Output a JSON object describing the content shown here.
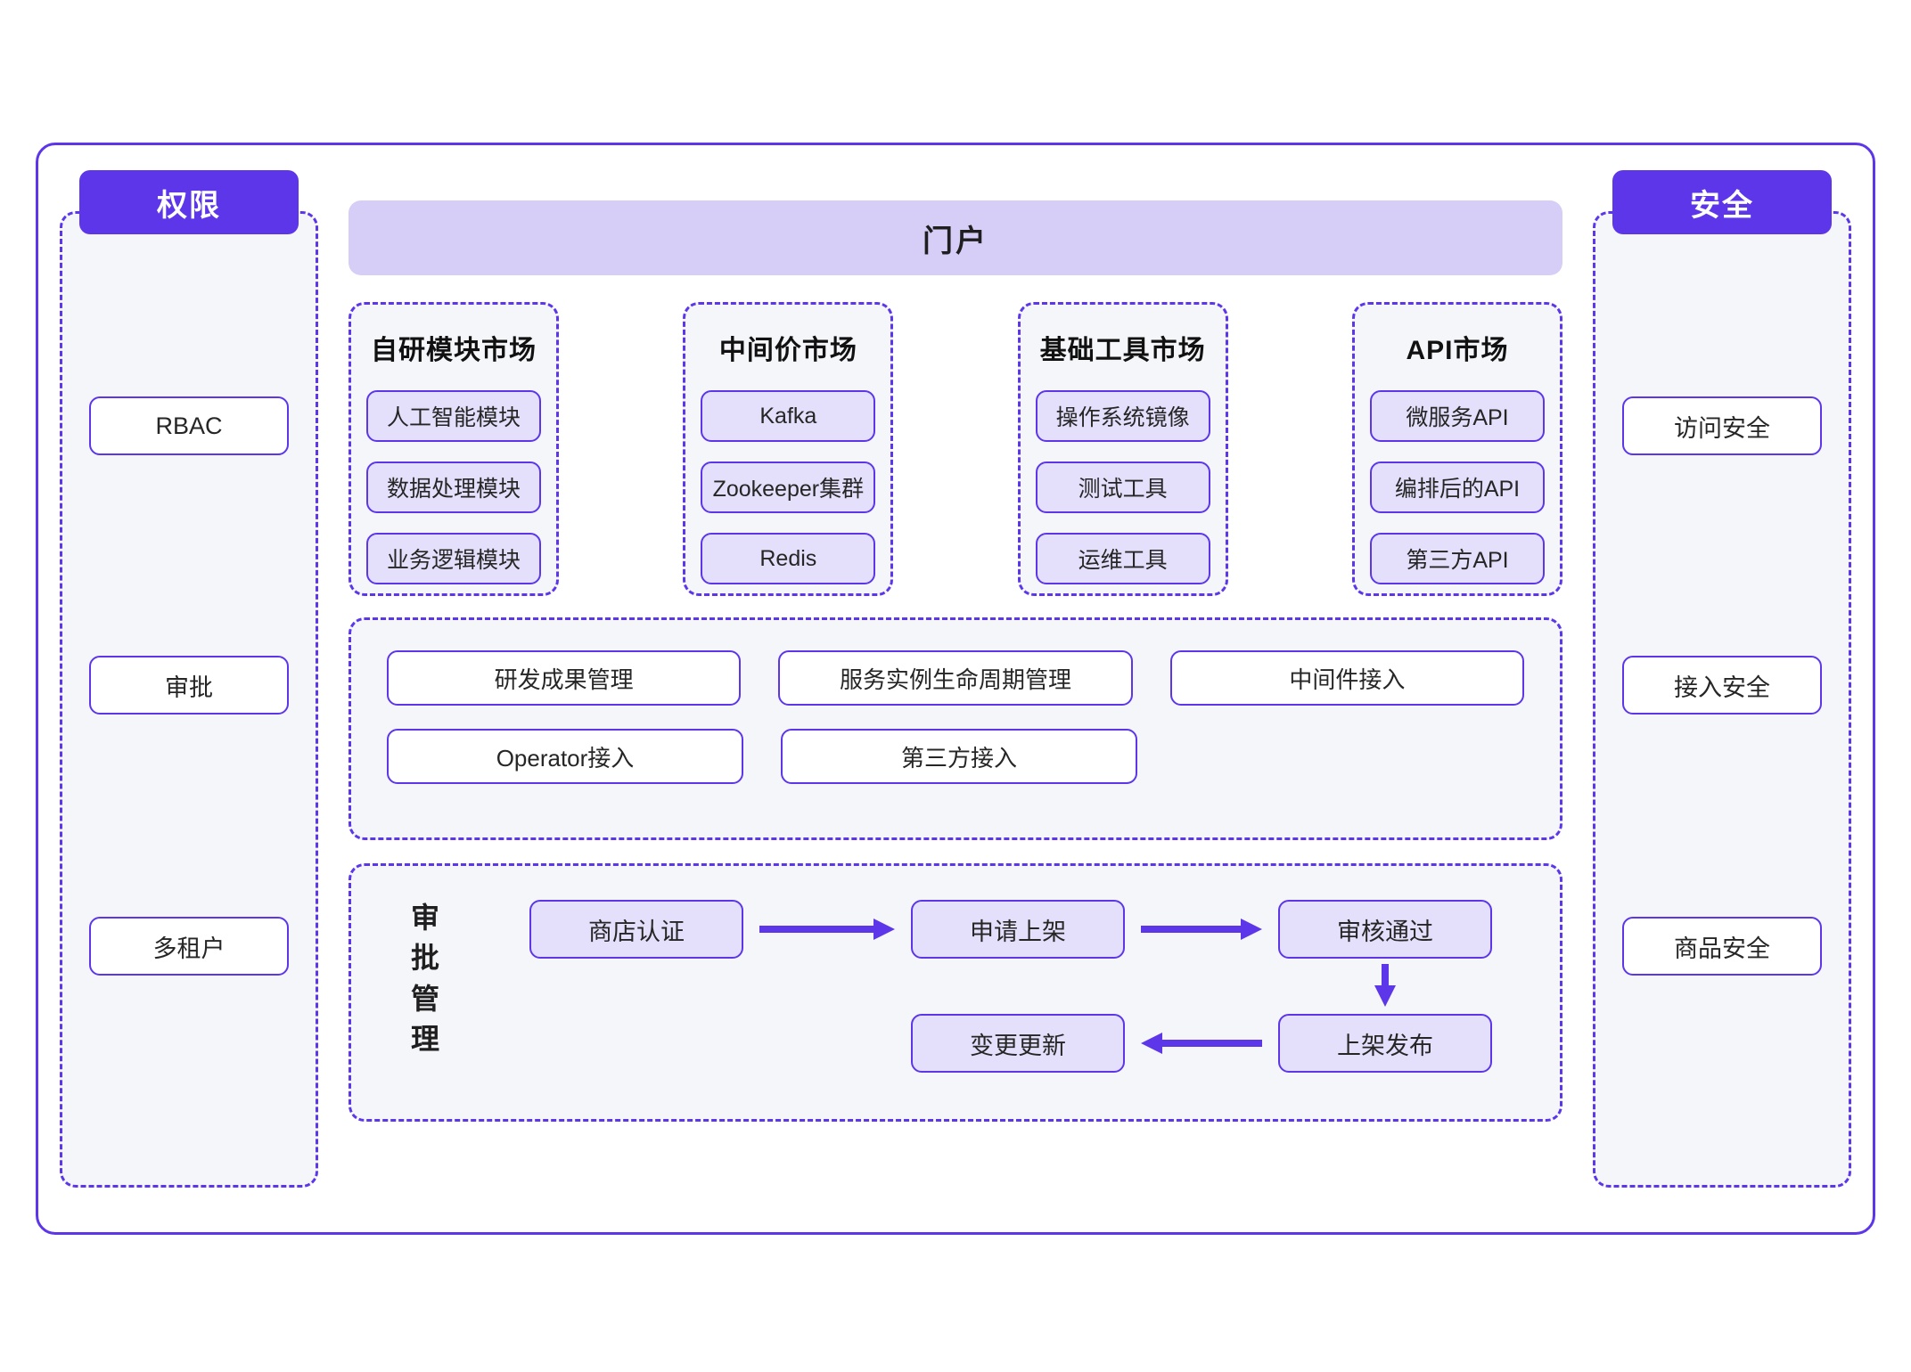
{
  "portal": {
    "title": "门户"
  },
  "left_panel": {
    "badge": "权限",
    "items": [
      {
        "label": "RBAC"
      },
      {
        "label": "审批"
      },
      {
        "label": "多租户"
      }
    ]
  },
  "right_panel": {
    "badge": "安全",
    "items": [
      {
        "label": "访问安全"
      },
      {
        "label": "接入安全"
      },
      {
        "label": "商品安全"
      }
    ]
  },
  "markets": [
    {
      "title": "自研模块市场",
      "chips": [
        "人工智能模块",
        "数据处理模块",
        "业务逻辑模块"
      ]
    },
    {
      "title": "中间价市场",
      "chips": [
        "Kafka",
        "Zookeeper集群",
        "Redis"
      ]
    },
    {
      "title": "基础工具市场",
      "chips": [
        "操作系统镜像",
        "测试工具",
        "运维工具"
      ]
    },
    {
      "title": "API市场",
      "chips": [
        "微服务API",
        "编排后的API",
        "第三方API"
      ]
    }
  ],
  "capabilities": {
    "row1": [
      "研发成果管理",
      "服务实例生命周期管理",
      "中间件接入"
    ],
    "row2": [
      "Operator接入",
      "第三方接入"
    ]
  },
  "approval": {
    "label_chars": [
      "审",
      "批",
      "管",
      "理"
    ],
    "nodes": [
      "商店认证",
      "申请上架",
      "审核通过",
      "上架发布",
      "变更更新"
    ]
  },
  "colors": {
    "brand_purple": "#5C36E8",
    "chip_fill": "#E4DFFA",
    "portal_fill": "#D7CEF7",
    "panel_fill": "#F5F6F9"
  }
}
